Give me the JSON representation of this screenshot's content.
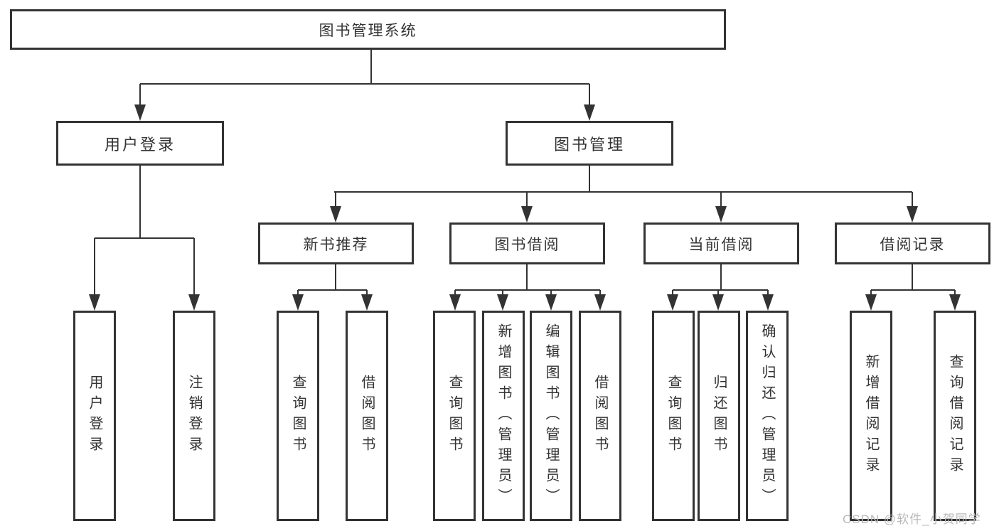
{
  "diagram": {
    "root": {
      "label": "图书管理系统"
    },
    "branches": [
      {
        "label": "用户登录",
        "children": [
          {
            "label": "用户登录"
          },
          {
            "label": "注销登录"
          }
        ]
      },
      {
        "label": "图书管理",
        "children": [
          {
            "label": "新书推荐",
            "children": [
              {
                "label": "查询图书"
              },
              {
                "label": "借阅图书"
              }
            ]
          },
          {
            "label": "图书借阅",
            "children": [
              {
                "label": "查询图书"
              },
              {
                "label": "新增图书（管理员）"
              },
              {
                "label": "编辑图书（管理员）"
              },
              {
                "label": "借阅图书"
              }
            ]
          },
          {
            "label": "当前借阅",
            "children": [
              {
                "label": "查询图书"
              },
              {
                "label": "归还图书"
              },
              {
                "label": "确认归还（管理员）"
              }
            ]
          },
          {
            "label": "借阅记录",
            "children": [
              {
                "label": "新增借阅记录"
              },
              {
                "label": "查询借阅记录"
              }
            ]
          }
        ]
      }
    ],
    "watermark": "CSDN @软件_小贺同学",
    "colors": {
      "line": "#333333",
      "text": "#333333",
      "watermark": "#b9b9b9",
      "background": "#ffffff"
    }
  }
}
